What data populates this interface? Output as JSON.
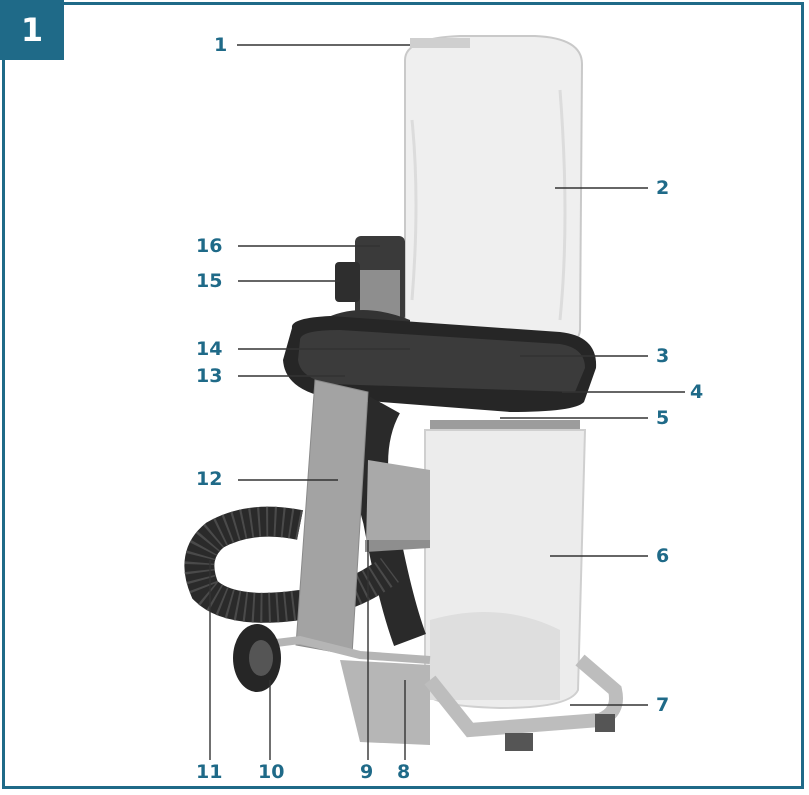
{
  "figure": {
    "number": "1",
    "callouts": [
      "1",
      "2",
      "3",
      "4",
      "5",
      "6",
      "7",
      "8",
      "9",
      "10",
      "11",
      "12",
      "13",
      "14",
      "15",
      "16"
    ]
  },
  "colors": {
    "accent": "#1f6a88",
    "bag": "#efefef",
    "metal": "#9a9a9a",
    "dark": "#2a2a2a"
  }
}
